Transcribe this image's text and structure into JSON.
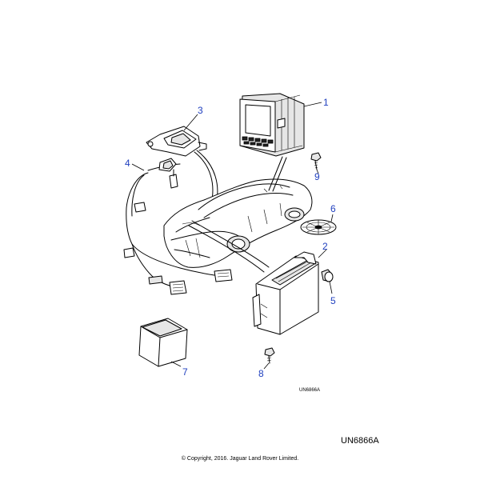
{
  "diagram": {
    "callouts": [
      {
        "id": "1",
        "label": "1"
      },
      {
        "id": "2",
        "label": "2"
      },
      {
        "id": "3",
        "label": "3"
      },
      {
        "id": "4",
        "label": "4"
      },
      {
        "id": "5",
        "label": "5"
      },
      {
        "id": "6",
        "label": "6"
      },
      {
        "id": "7",
        "label": "7"
      },
      {
        "id": "8",
        "label": "8"
      },
      {
        "id": "9",
        "label": "9"
      }
    ],
    "illustration_ref_small": "UN6866A",
    "illustration_ref_large": "UN6866A",
    "copyright": "© Copyright, 2016. Jaguar Land Rover Limited.",
    "callout_color": "#1f3fbf"
  }
}
